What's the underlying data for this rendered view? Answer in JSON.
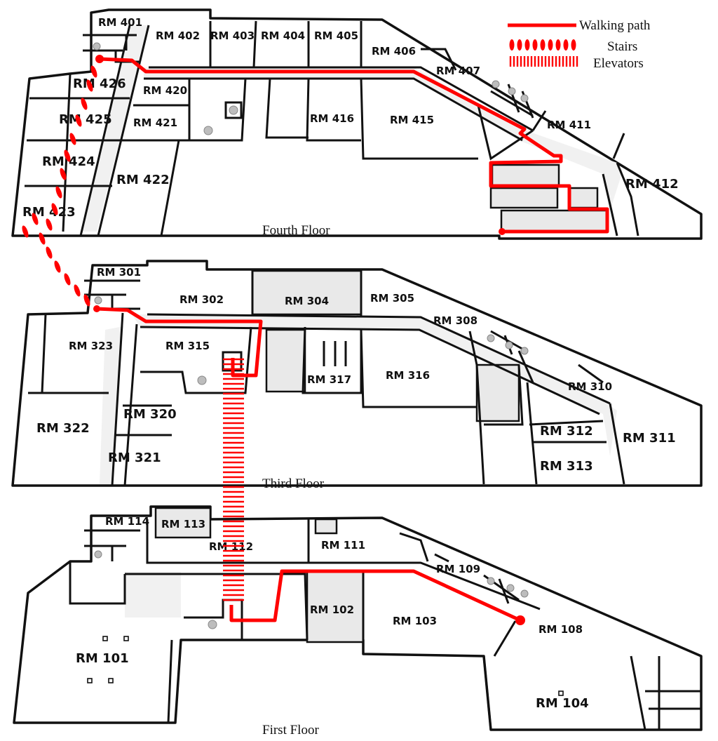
{
  "legend": {
    "walking_path": "Walking path",
    "stairs": "Stairs",
    "elevators": "Elevators",
    "path_color": "#ff0000"
  },
  "floors": {
    "fourth": {
      "label": "Fourth Floor",
      "rooms": [
        "RM 401",
        "RM 402",
        "RM 403",
        "RM 404",
        "RM 405",
        "RM 406",
        "RM 407",
        "RM 411",
        "RM 412",
        "RM 415",
        "RM 416",
        "RM 420",
        "RM 421",
        "RM 422",
        "RM 423",
        "RM 424",
        "RM 425",
        "RM 426"
      ]
    },
    "third": {
      "label": "Third Floor",
      "rooms": [
        "RM 301",
        "RM 302",
        "RM 304",
        "RM 305",
        "RM 308",
        "RM 310",
        "RM 311",
        "RM 312",
        "RM 313",
        "RM 315",
        "RM 316",
        "RM 317",
        "RM 320",
        "RM 321",
        "RM 322",
        "RM 323"
      ]
    },
    "first": {
      "label": "First Floor",
      "rooms": [
        "RM 101",
        "RM 102",
        "RM 103",
        "RM 104",
        "RM 108",
        "RM 109",
        "RM 111",
        "RM 112",
        "RM 113",
        "RM 114"
      ]
    }
  }
}
